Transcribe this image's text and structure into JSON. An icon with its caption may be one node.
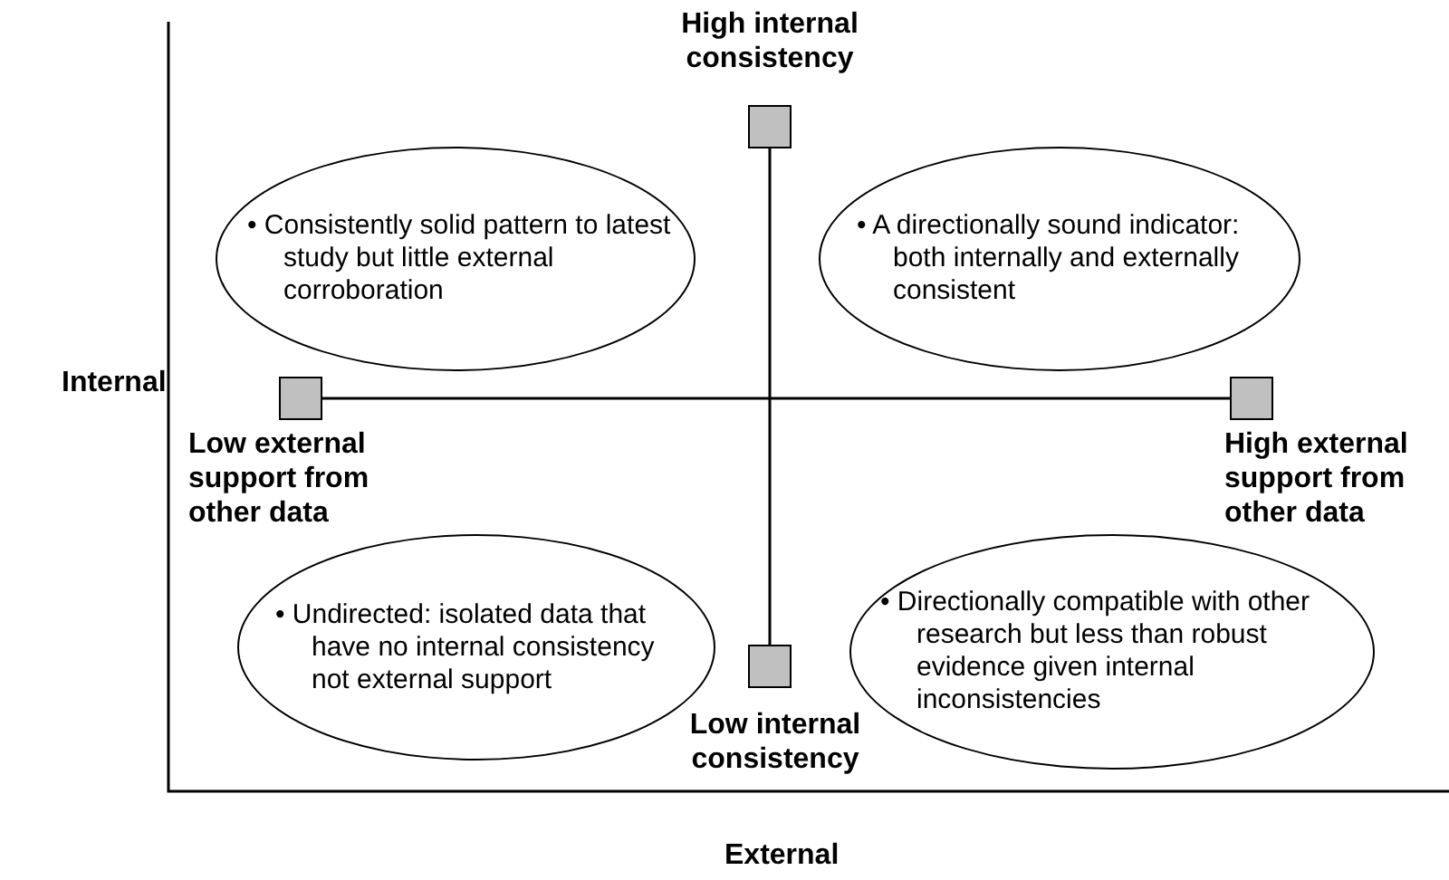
{
  "diagram": {
    "nodes": [
      {
        "text": [
          "High internal consistency"
        ]
      },
      {
        "text": [
          "• Consistently solid pattern to latest study but little external corroboration"
        ]
      },
      {
        "text": [
          "• A directionally sound indicator: both internally and externally consistent"
        ]
      },
      {
        "text": [
          "Low external support from other data"
        ]
      },
      {
        "text": [
          "High external support from other data"
        ]
      },
      {
        "text": [
          "• Undirected: isolated data that have no internal consistency not external support"
        ]
      },
      {
        "text": [
          "Low internal consistency"
        ]
      },
      {
        "text": [
          "• Directionally compatible with other research but less than robust evidence given internal inconsistencies"
        ]
      }
    ],
    "edges": [
      {
        "from": 0,
        "to": 6,
        "arrow": "none"
      },
      {
        "from": 3,
        "to": 4,
        "arrow": "none"
      }
    ],
    "labels": [
      "Internal",
      "External"
    ]
  }
}
